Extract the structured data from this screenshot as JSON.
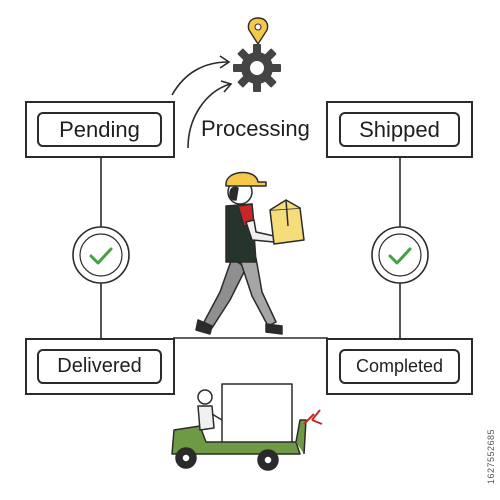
{
  "stages": {
    "pending": "Pending",
    "processing": "Processing",
    "shipped": "Shipped",
    "delivered": "Delivered",
    "completed": "Completed"
  },
  "watermark_id": "1627552685",
  "colors": {
    "outline": "#2b2b2b",
    "accent_yellow": "#f5c84c",
    "box_yellow": "#f7dc7a",
    "check_green": "#43a047",
    "shirt_dark": "#25352b",
    "sleeve_red": "#c62828",
    "pants_gray": "#9e9e9e",
    "truck_green": "#6e9a45"
  },
  "icons": [
    "gear-icon",
    "location-pin-icon",
    "check-icon",
    "delivery-worker-illustration",
    "delivery-cart-illustration"
  ]
}
